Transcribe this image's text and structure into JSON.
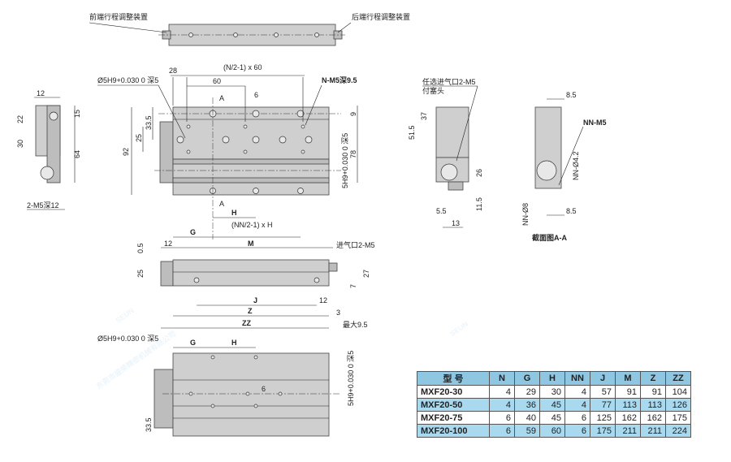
{
  "labels": {
    "front_adjust": "前端行程调整装置",
    "rear_adjust": "后端行程调整装置",
    "n60": "(N/2-1) x 60",
    "d28": "28",
    "d60": "60",
    "pin": "Ø5H9+0.030 0 深5",
    "nm5": "N-M5深9.5",
    "a": "A",
    "d6": "6",
    "d92": "92",
    "d335": "33.5",
    "d25": "25",
    "d9": "9",
    "d78": "78",
    "slot": "5H9+0.030 0 深5",
    "h": "H",
    "nnh": "(NN/2-1) x H",
    "g": "G",
    "d12": "12",
    "d22": "22",
    "d30": "30",
    "d15": "15",
    "d64": "64",
    "m5_12": "2-M5深12",
    "opt_port": "任选进气口2-M5",
    "plug": "付塞头",
    "d515": "51.5",
    "d37": "37",
    "d26": "26",
    "d115": "11.5",
    "d55": "5.5",
    "d13": "13",
    "d85": "8.5",
    "nnm5": "NN-M5",
    "nn42": "NN-Ø4.2",
    "nn8": "NN-Ø8",
    "section": "截面图A-A",
    "d05": "0.5",
    "m": "M",
    "port": "进气口2-M5",
    "d27": "27",
    "d7": "7",
    "j": "J",
    "z": "Z",
    "zz": "ZZ",
    "d3": "3",
    "max95": "最大9.5",
    "watermark_logo": "SEUN",
    "watermark_company": "东莞市盛荣精密机械有限公司"
  },
  "table": {
    "headers": [
      "型 号",
      "N",
      "G",
      "H",
      "NN",
      "J",
      "M",
      "Z",
      "ZZ"
    ],
    "rows": [
      [
        "MXF20-30",
        "4",
        "29",
        "30",
        "4",
        "57",
        "91",
        "91",
        "104"
      ],
      [
        "MXF20-50",
        "4",
        "36",
        "45",
        "4",
        "77",
        "113",
        "113",
        "126"
      ],
      [
        "MXF20-75",
        "6",
        "40",
        "45",
        "6",
        "125",
        "162",
        "162",
        "175"
      ],
      [
        "MXF20-100",
        "6",
        "59",
        "60",
        "6",
        "175",
        "211",
        "211",
        "224"
      ]
    ]
  }
}
